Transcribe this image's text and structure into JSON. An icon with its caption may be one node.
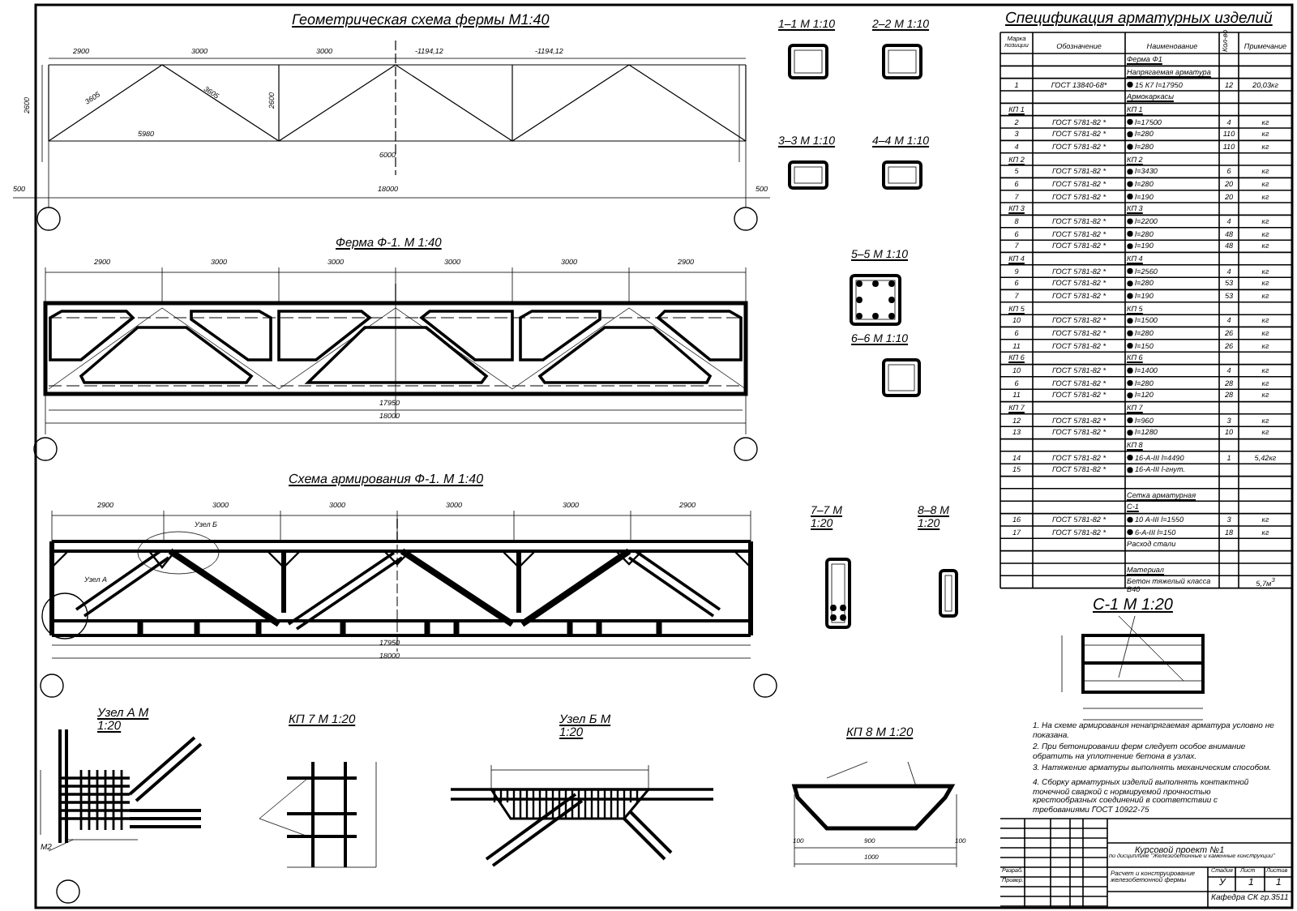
{
  "diagram": {
    "labels": [
      "Геометрическая схема фермы М1:40",
      "2900",
      "3000",
      "3000",
      "-1194,12",
      "-1194,12",
      "3605",
      "3605",
      "2600",
      "2600",
      "5980",
      "6000",
      "500",
      "18000",
      "500",
      "Ферма Ф-1. М 1:40",
      "2900",
      "3000",
      "3000",
      "3000",
      "3000",
      "2900",
      "17950",
      "18000",
      "Схема армирования Ф-1. М 1:40",
      "2900",
      "3000",
      "3000",
      "3000",
      "3000",
      "2900",
      "17950",
      "18000",
      "Узел Б",
      "Узел А",
      "1–1 М 1:10",
      "2–2 М 1:10",
      "3–3 М 1:10",
      "4–4 М 1:10",
      "5–5 М 1:10",
      "6–6 М 1:10",
      "7–7 М 1:20",
      "8–8 М 1:20",
      "Узел А М 1:20",
      "КП 7 М 1:20",
      "Узел Б М 1:20",
      "КП 8 М 1:20",
      "М2",
      "100",
      "900",
      "100",
      "1000",
      "С-1 М 1:20",
      "Спецификация арматурных изделий",
      "Марка позиции",
      "Обозначение",
      "Наименование",
      "Кол-во",
      "Примечание",
      "Ферма Ф1",
      "Напрягаемая арматура",
      "1",
      "ГОСТ 13840-68*",
      "15 К7 l=17950",
      "12",
      "20,03кг",
      "Армокаркасы",
      "КП 1",
      "КП 1",
      "2",
      "ГОСТ 5781-82 *",
      "l=17500",
      "4",
      "кг",
      "3",
      "ГОСТ 5781-82 *",
      "l=280",
      "110",
      "кг",
      "4",
      "ГОСТ 5781-82 *",
      "l=280",
      "110",
      "кг",
      "КП 2",
      "КП 2",
      "5",
      "ГОСТ 5781-82 *",
      "l=3430",
      "6",
      "кг",
      "6",
      "ГОСТ 5781-82 *",
      "l=280",
      "20",
      "кг",
      "7",
      "ГОСТ 5781-82 *",
      "l=190",
      "20",
      "кг",
      "КП 3",
      "КП 3",
      "8",
      "ГОСТ 5781-82 *",
      "l=2200",
      "4",
      "кг",
      "6",
      "ГОСТ 5781-82 *",
      "l=280",
      "48",
      "кг",
      "7",
      "ГОСТ 5781-82 *",
      "l=190",
      "48",
      "кг",
      "КП 4",
      "КП 4",
      "9",
      "ГОСТ 5781-82 *",
      "l=2560",
      "4",
      "кг",
      "6",
      "ГОСТ 5781-82 *",
      "l=280",
      "53",
      "кг",
      "7",
      "ГОСТ 5781-82 *",
      "l=190",
      "53",
      "кг",
      "КП 5",
      "КП 5",
      "10",
      "ГОСТ 5781-82 *",
      "l=1500",
      "4",
      "кг",
      "6",
      "ГОСТ 5781-82 *",
      "l=280",
      "26",
      "кг",
      "11",
      "ГОСТ 5781-82 *",
      "l=150",
      "26",
      "кг",
      "КП 6",
      "КП 6",
      "10",
      "ГОСТ 5781-82 *",
      "l=1400",
      "4",
      "кг",
      "6",
      "ГОСТ 5781-82 *",
      "l=280",
      "28",
      "кг",
      "11",
      "ГОСТ 5781-82 *",
      "l=120",
      "28",
      "кг",
      "КП 7",
      "КП 7",
      "12",
      "ГОСТ 5781-82 *",
      "l=960",
      "3",
      "кг",
      "13",
      "ГОСТ 5781-82 *",
      "l=1280",
      "10",
      "кг",
      "КП 8",
      "14",
      "ГОСТ 5781-82 *",
      "16-А-III l=4490",
      "1",
      "5,42кг",
      "15",
      "ГОСТ 5781-82 *",
      "16-А-III l-гнут.",
      "Сетка арматурная",
      "С-1",
      "16",
      "ГОСТ 5781-82 *",
      "10 А-III l=1550",
      "3",
      "кг",
      "17",
      "ГОСТ 5781-82 *",
      "6-А-III l=150",
      "18",
      "кг",
      "Расход стали",
      "Материал",
      "Бетон тяжелый класса В40",
      "5,7м$^{3}$",
      "1. На схеме армирования ненапрягаемая арматура условно не показана.",
      "2. При бетонировании ферм следует особое внимание обратить на уплотнение бетона в узлах.",
      "3. Натяжение арматуры выполнять механическим способом.",
      "4. Сборку арматурных изделий выполнять контактной точечной сваркой с нормируемой прочностью крестообразных соединений в соответствии с требованиями ГОСТ 10922-75",
      "Курсовой проект №1",
      "по дисциплине \"Железобетонные и каменные конструкции\"",
      "Расчет и конструирование железобетонной фермы",
      "Стадия",
      "Лист",
      "Листов",
      "У",
      "1",
      "1",
      "Кафедра СК гр.3511",
      "Разраб.",
      "Провер."
    ]
  }
}
